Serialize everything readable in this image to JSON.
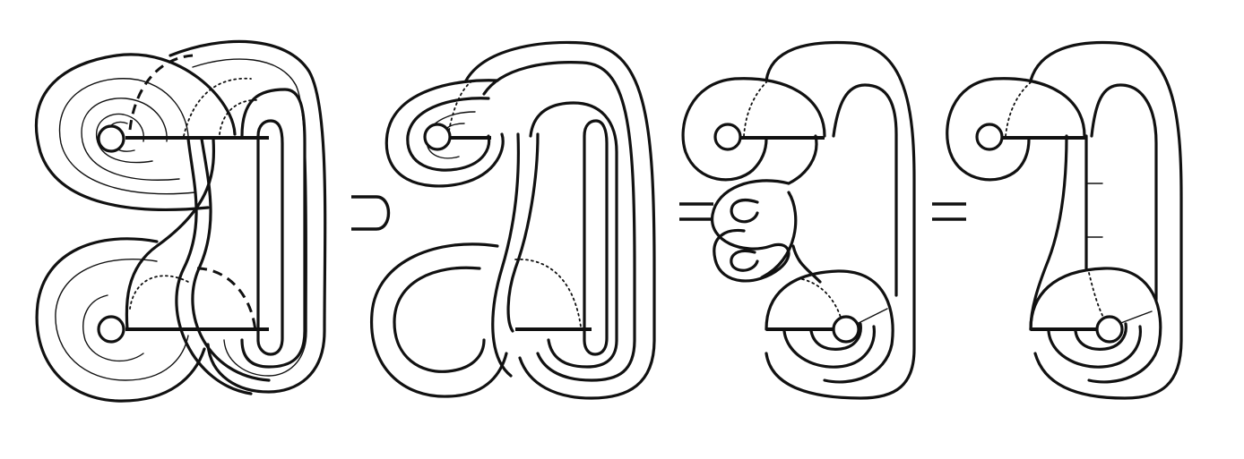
{
  "figure": {
    "panels": [
      {
        "id": "panel-1",
        "description": "surface-diagram-1"
      },
      {
        "id": "panel-2",
        "description": "surface-diagram-2"
      },
      {
        "id": "panel-3",
        "description": "surface-diagram-3"
      },
      {
        "id": "panel-4",
        "description": "surface-diagram-4"
      }
    ],
    "operators": [
      "⊃",
      "=",
      "="
    ]
  }
}
